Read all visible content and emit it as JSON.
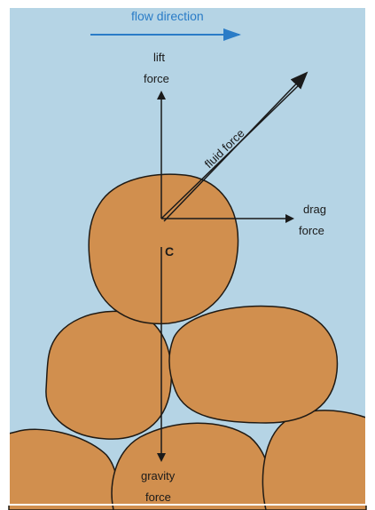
{
  "diagram": {
    "flow_label": "flow direction",
    "lift_label_line1": "lift",
    "lift_label_line2": "force",
    "fluid_force_label": "fluid force",
    "drag_label_line1": "drag",
    "drag_label_line2": "force",
    "center_label": "C",
    "gravity_label_line1": "gravity",
    "gravity_label_line2": "force",
    "colors": {
      "background": "#b5d4e5",
      "grain_fill": "#d18f4e",
      "grain_stroke": "#1f1a14",
      "force_arrow": "#1a1a1a",
      "flow_arrow": "#2a7cc7",
      "frame": "#ffffff"
    },
    "icons": {
      "flow_arrow": "right-arrow-icon",
      "force_arrows": "arrow-icon"
    }
  }
}
